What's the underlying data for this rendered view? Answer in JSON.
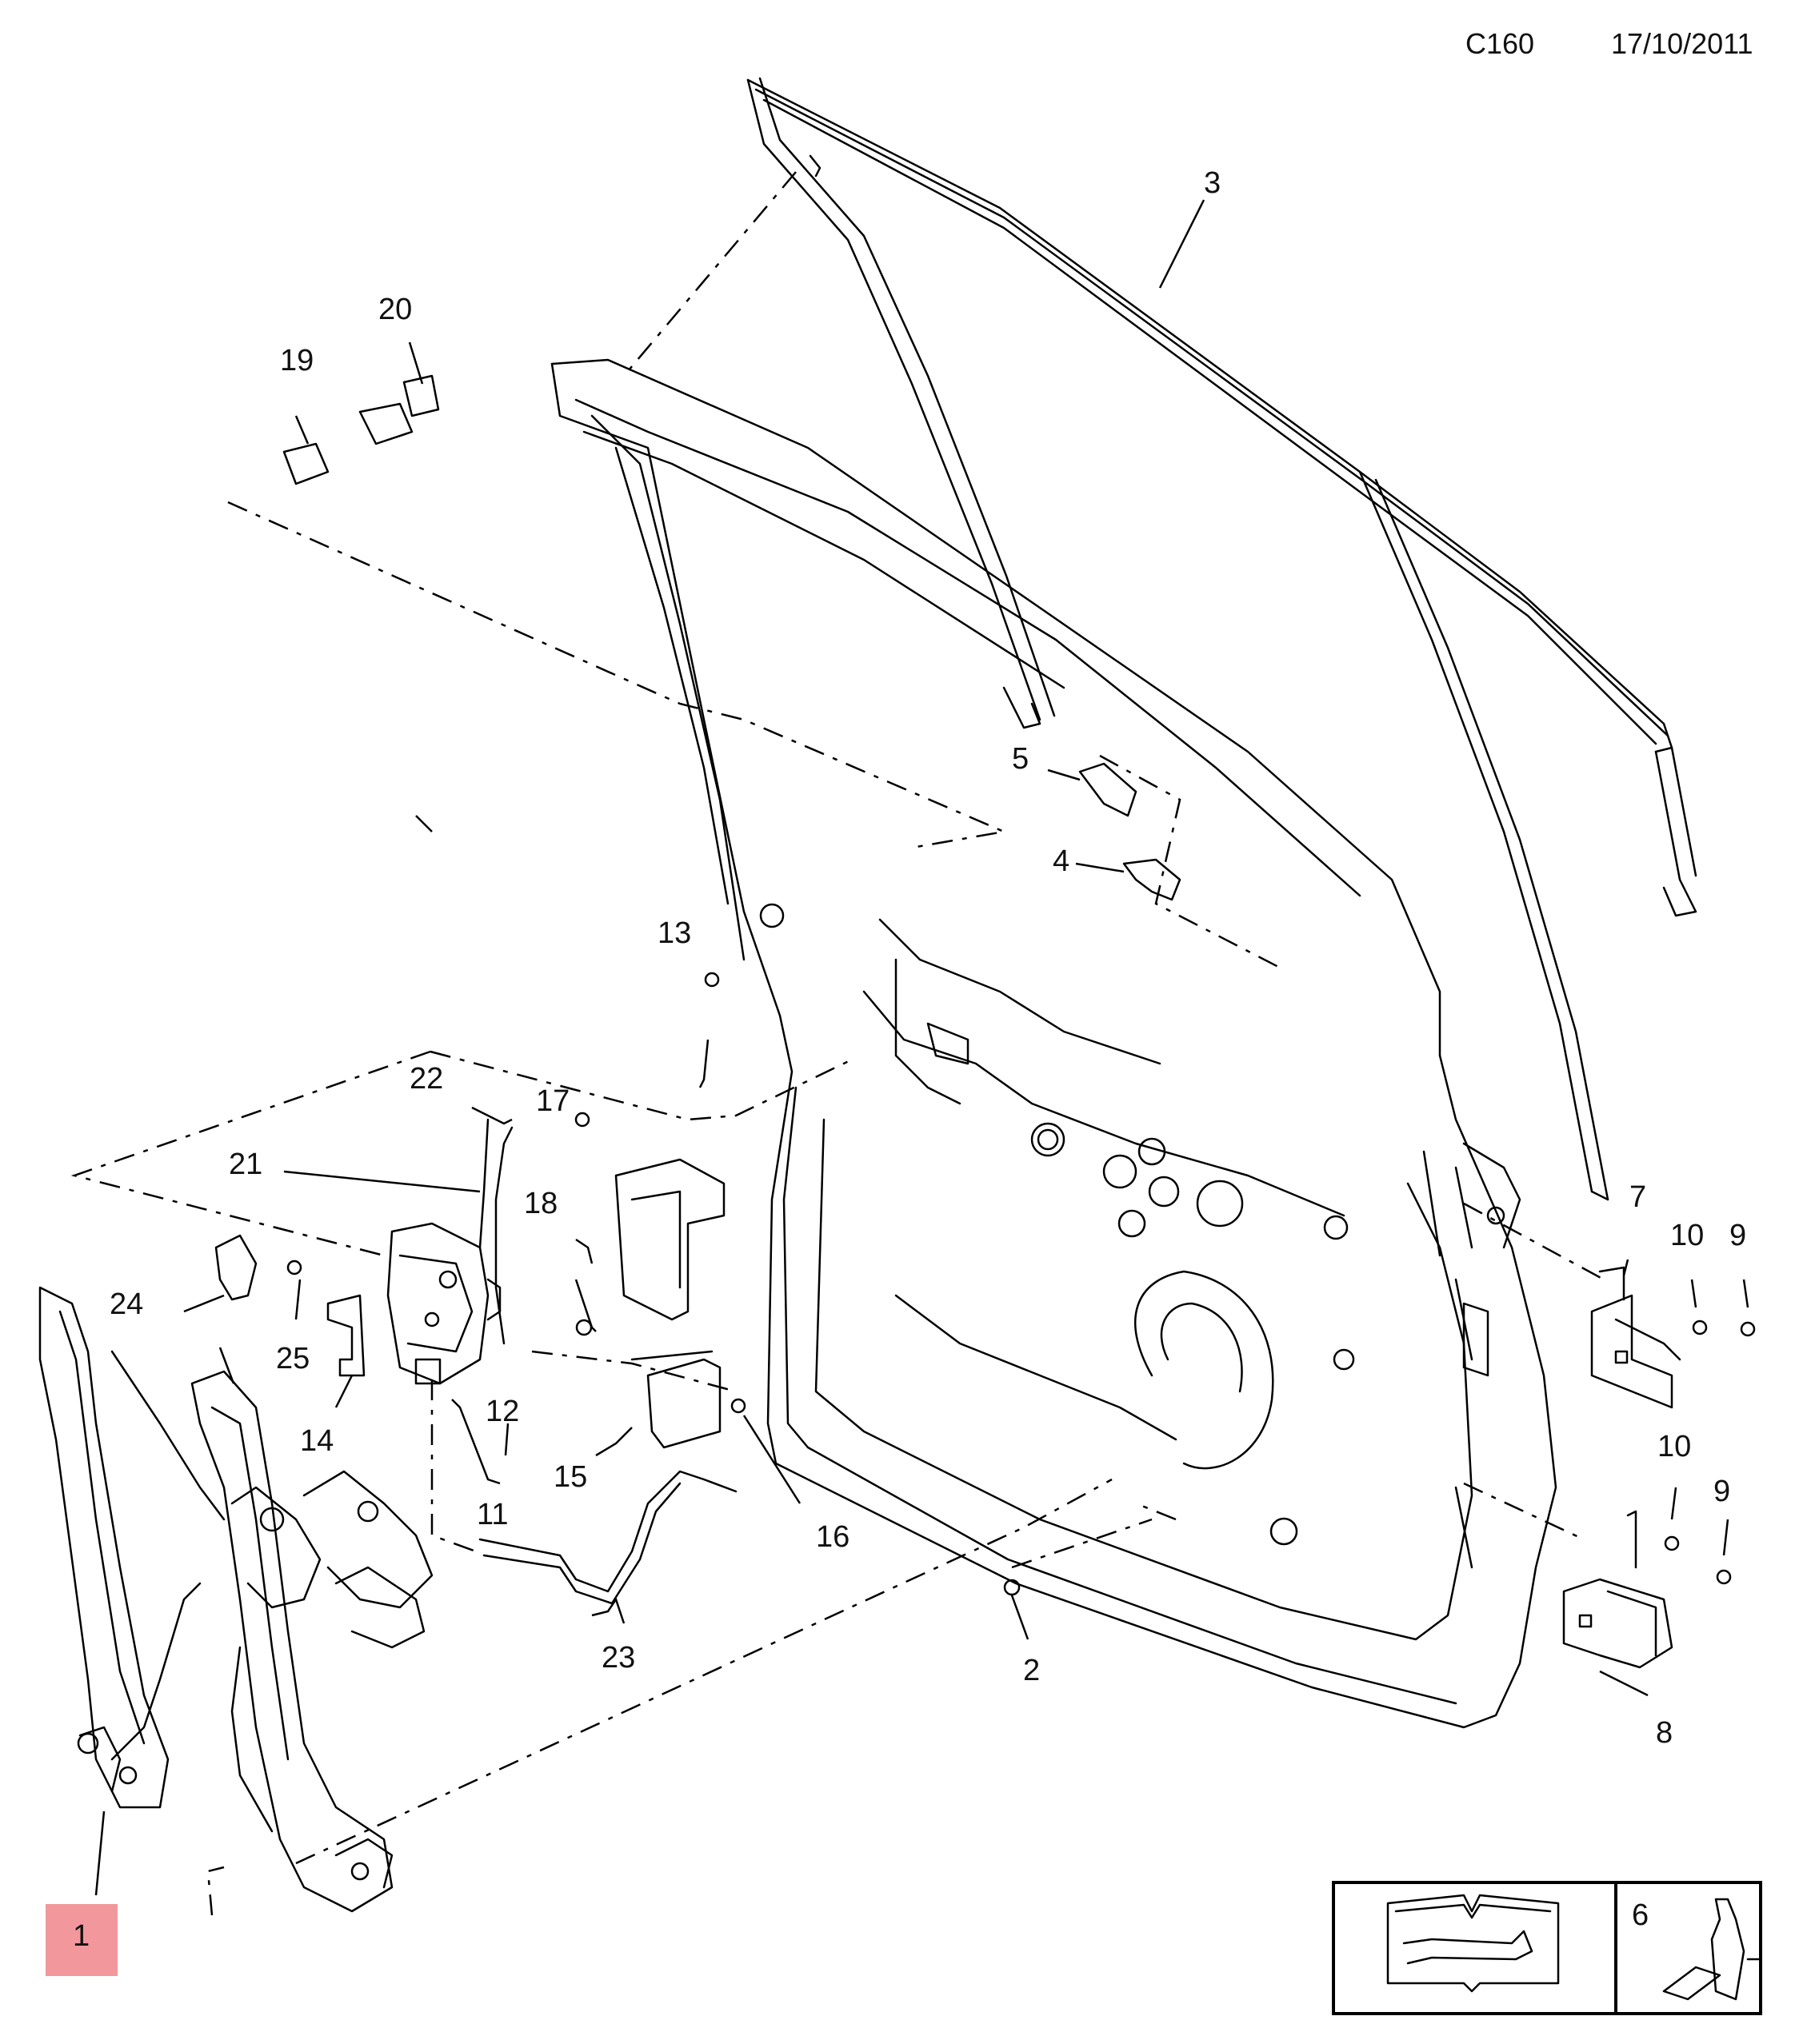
{
  "header": {
    "code": "C160",
    "date": "17/10/2011"
  },
  "callouts": [
    {
      "id": "1",
      "highlighted": true
    },
    {
      "id": "2"
    },
    {
      "id": "3"
    },
    {
      "id": "4"
    },
    {
      "id": "5"
    },
    {
      "id": "6"
    },
    {
      "id": "7"
    },
    {
      "id": "8"
    },
    {
      "id": "9a"
    },
    {
      "id": "9b"
    },
    {
      "id": "10a"
    },
    {
      "id": "10b"
    },
    {
      "id": "11"
    },
    {
      "id": "12"
    },
    {
      "id": "13"
    },
    {
      "id": "14"
    },
    {
      "id": "15"
    },
    {
      "id": "16"
    },
    {
      "id": "17"
    },
    {
      "id": "18"
    },
    {
      "id": "19"
    },
    {
      "id": "20"
    },
    {
      "id": "21"
    },
    {
      "id": "22"
    },
    {
      "id": "23"
    },
    {
      "id": "24"
    },
    {
      "id": "25"
    }
  ],
  "labels": {
    "n1": "1",
    "n2": "2",
    "n3": "3",
    "n4": "4",
    "n5": "5",
    "n6": "6",
    "n7": "7",
    "n8": "8",
    "n9a": "9",
    "n9b": "9",
    "n10a": "10",
    "n10b": "10",
    "n11": "11",
    "n12": "12",
    "n13": "13",
    "n14": "14",
    "n15": "15",
    "n16": "16",
    "n17": "17",
    "n18": "18",
    "n19": "19",
    "n20": "20",
    "n21": "21",
    "n22": "22",
    "n23": "23",
    "n24": "24",
    "n25": "25"
  },
  "legend": {
    "icon": "repair-manual-icon",
    "item_number": "6",
    "item_icon": "adhesive-bottle-icon"
  },
  "colors": {
    "highlight": "#f2979b",
    "line": "#000000"
  }
}
